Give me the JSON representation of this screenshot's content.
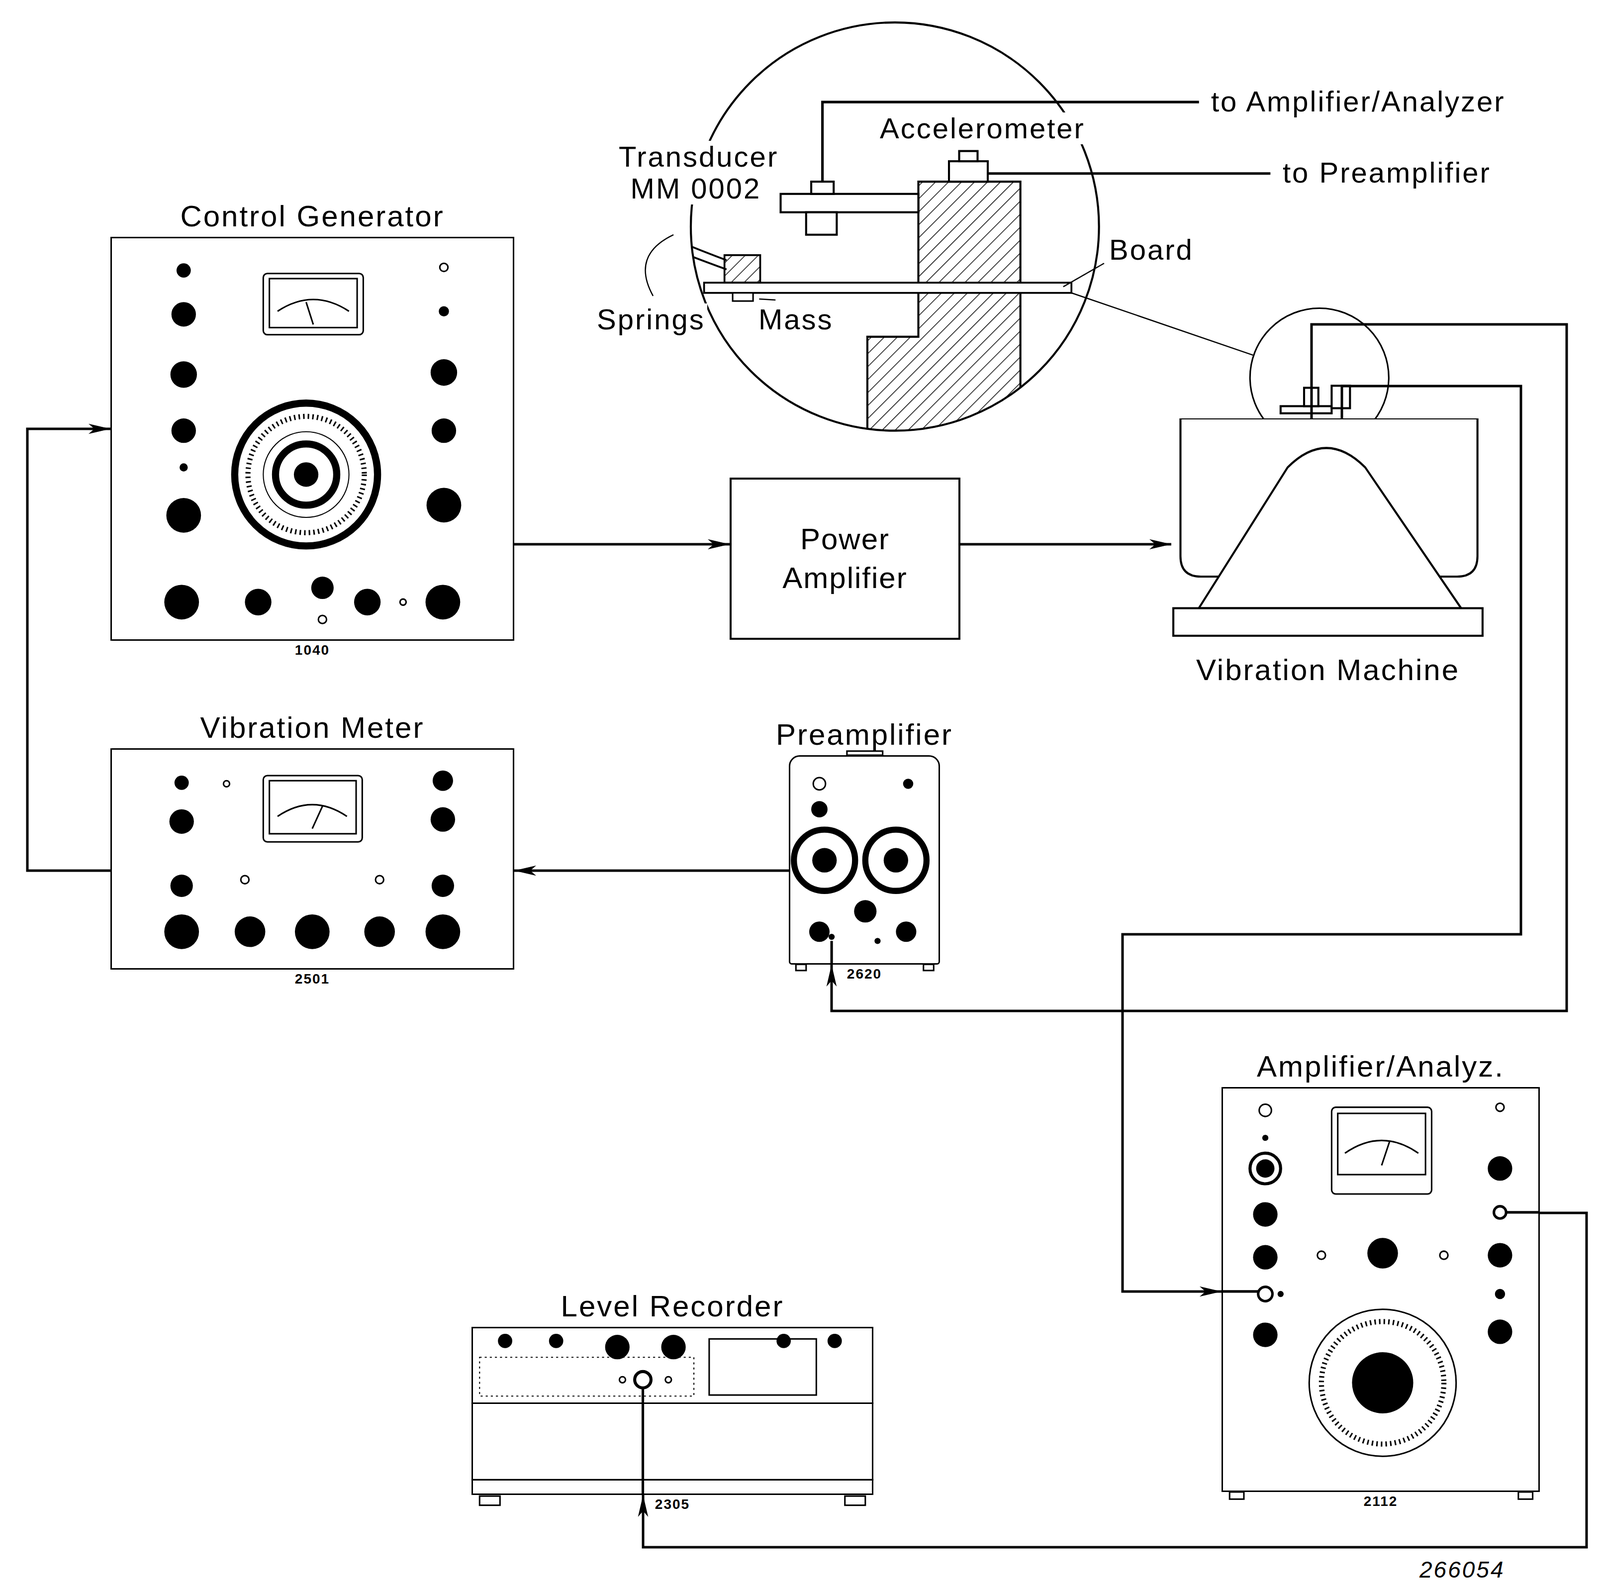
{
  "diagram": {
    "nodes": [
      {
        "text": [
          "Control Generator",
          "1040"
        ]
      },
      {
        "text": [
          "Power Amplifier"
        ]
      },
      {
        "text": [
          "Vibration Machine"
        ]
      },
      {
        "text": [
          "Vibration Meter",
          "2501"
        ]
      },
      {
        "text": [
          "Preamplifier",
          "2620"
        ]
      },
      {
        "text": [
          "Amplifier/Analyz.",
          "2112"
        ]
      },
      {
        "text": [
          "Level Recorder",
          "2305"
        ]
      }
    ],
    "edges": [
      {
        "from": 0,
        "to": 1,
        "arrow": "to"
      },
      {
        "from": 1,
        "to": 2,
        "arrow": "to"
      },
      {
        "from": 2,
        "to": 4,
        "arrow": "to"
      },
      {
        "from": 4,
        "to": 3,
        "arrow": "to"
      },
      {
        "from": 3,
        "to": 0,
        "arrow": "to"
      },
      {
        "from": 2,
        "to": 5,
        "arrow": "to"
      },
      {
        "from": 5,
        "to": 6,
        "arrow": "to"
      }
    ],
    "labels": [
      "Transducer MM 0002",
      "Accelerometer",
      "to Amplifier/Analyzer",
      "to Preamplifier",
      "Board",
      "Springs",
      "Mass",
      "266054"
    ]
  }
}
